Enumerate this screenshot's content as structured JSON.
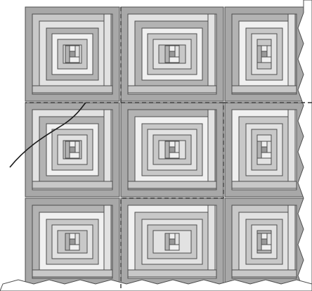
{
  "diagram": {
    "description_visible_text": "",
    "grid": {
      "rows": 3,
      "cols": 3
    },
    "block_pattern": "log-cabin",
    "colors": {
      "background": "#ffffff",
      "stroke": "#4d4d4d",
      "light": "#e2e2e2",
      "lightest": "#f0f0f0",
      "mid": "#c8c8c8",
      "mid_dark": "#b3b3b3",
      "dark": "#999999",
      "sashing": "#a8a8a8",
      "dashed_line": "#333333",
      "curve": "#1a1a1a"
    },
    "dashed_path": "ring-around-center-block",
    "curve_present": true
  }
}
